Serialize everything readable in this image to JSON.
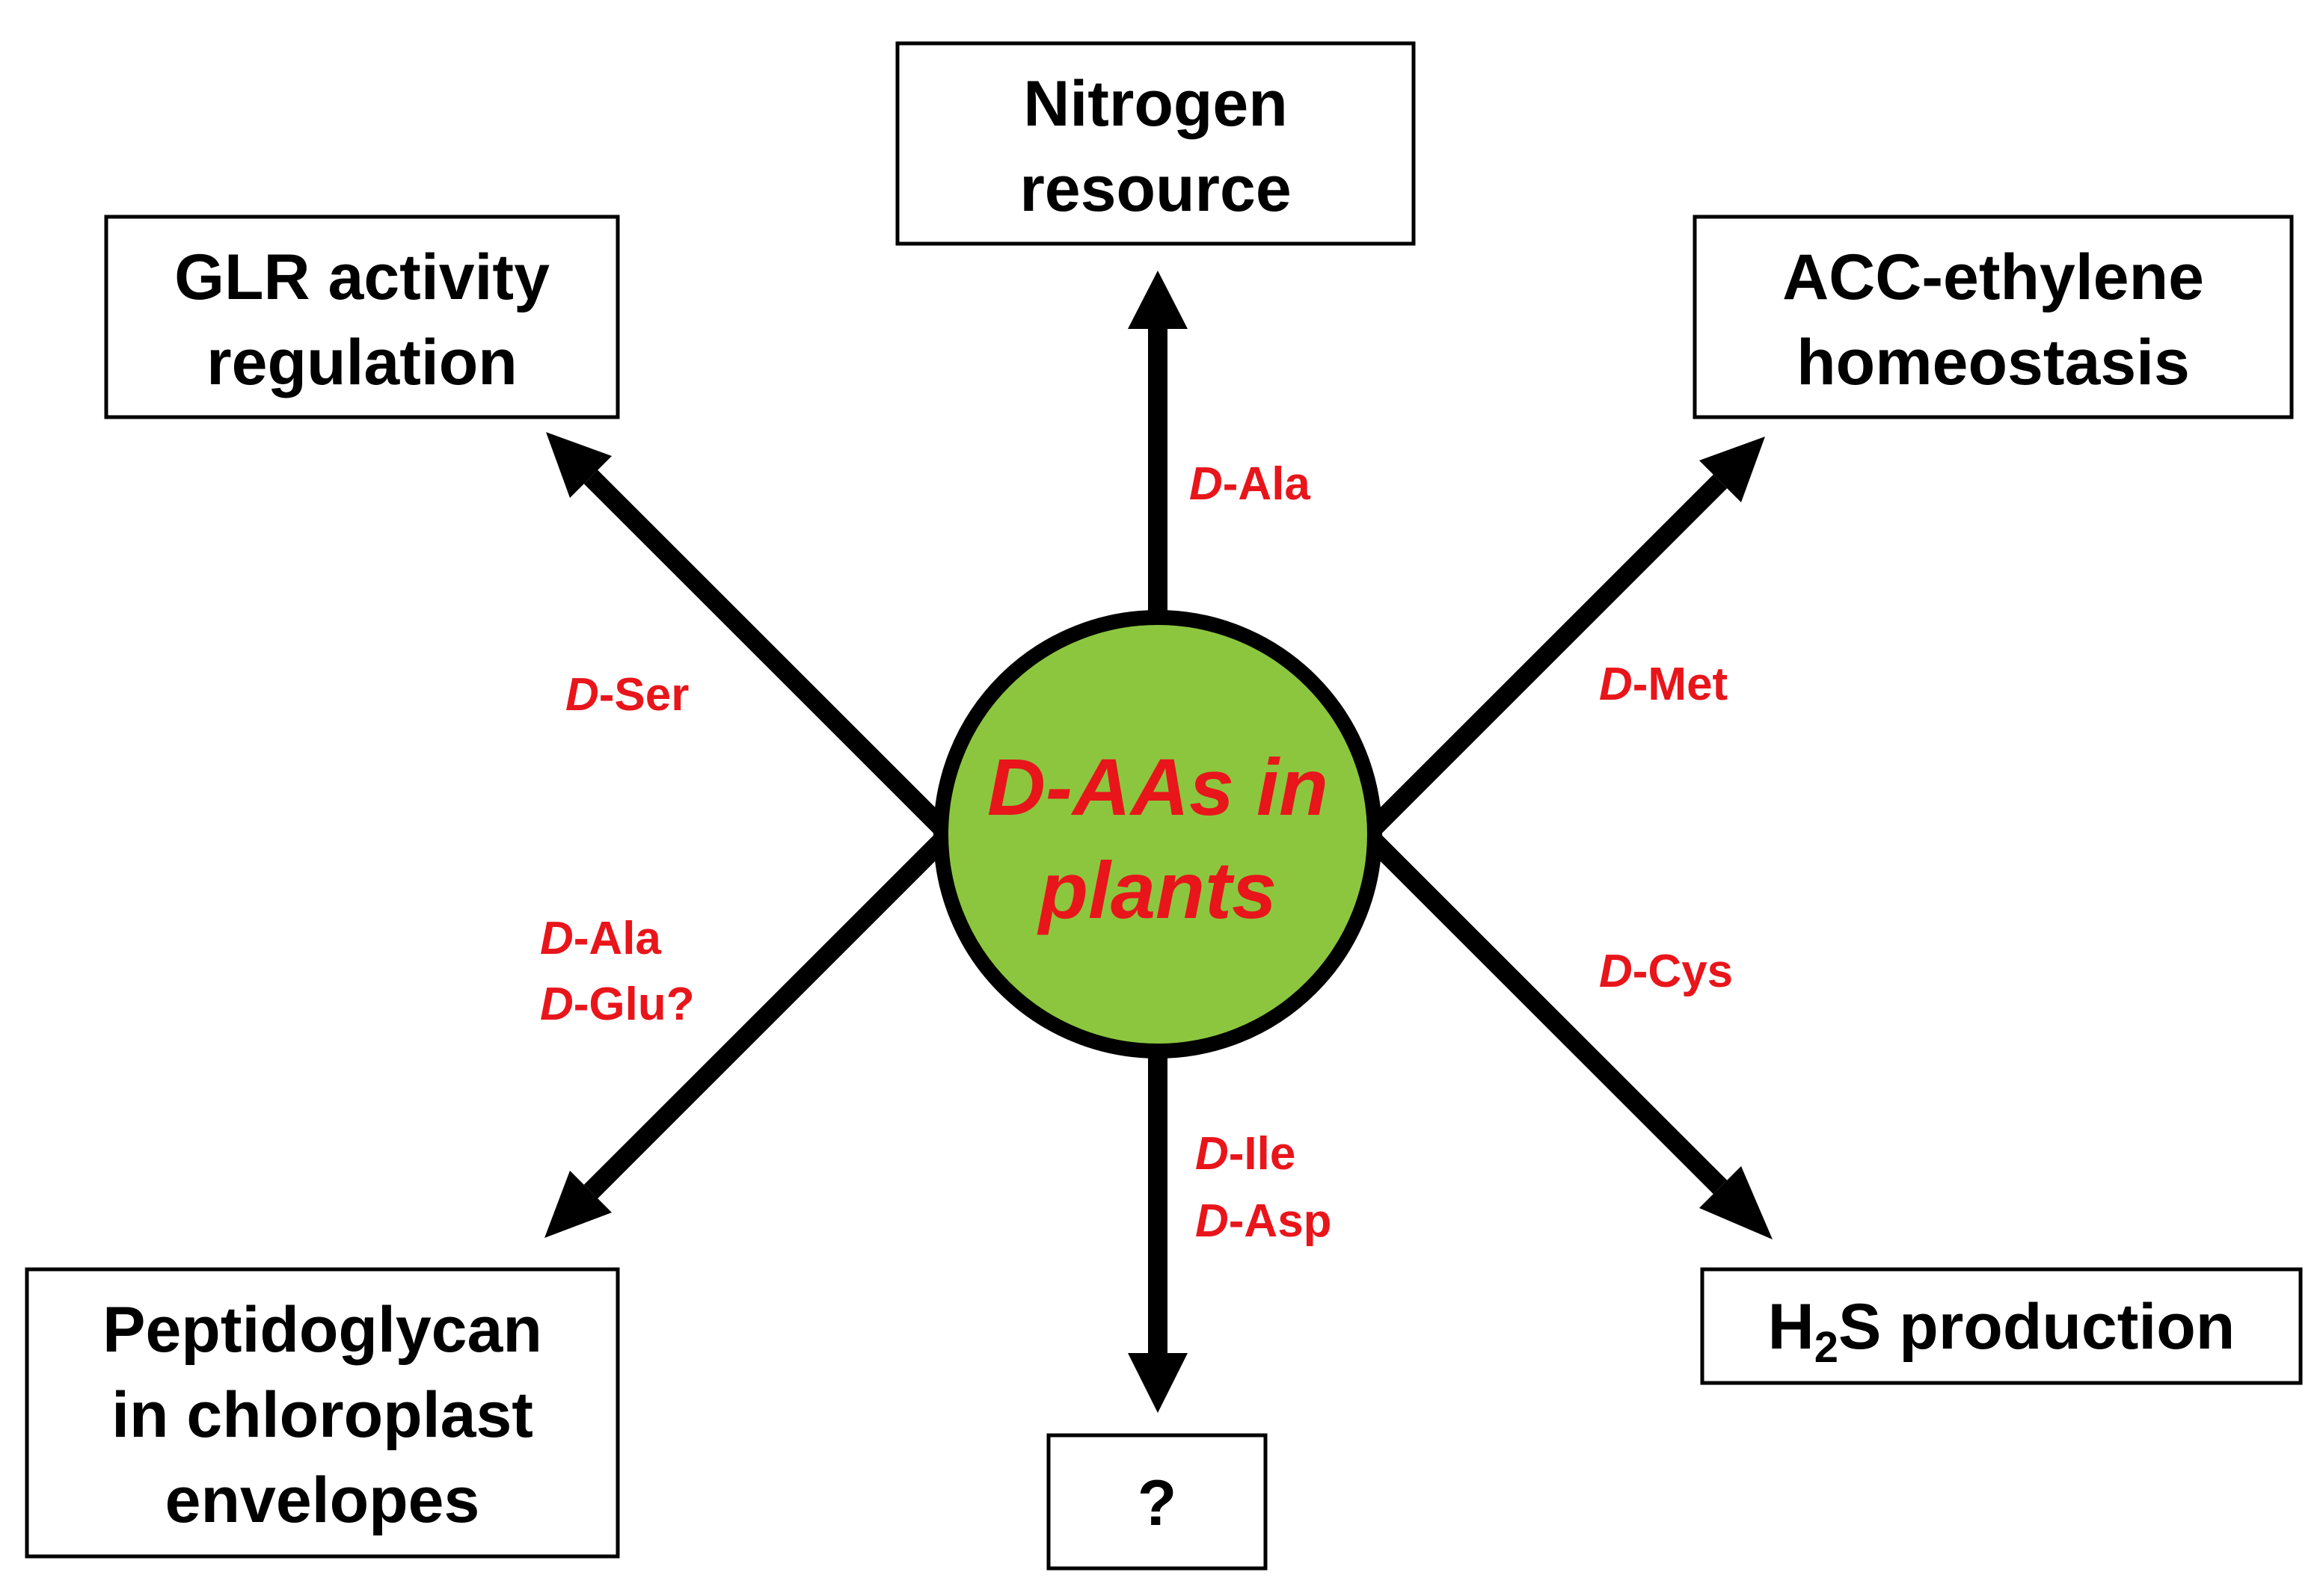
{
  "colors": {
    "accent_red": "#e8151b",
    "circle_fill": "#8cc63f",
    "line": "#000000",
    "background": "#ffffff"
  },
  "center": {
    "line1": "D-AAs in",
    "line2": "plants"
  },
  "boxes": {
    "nitrogen": {
      "line1": "Nitrogen",
      "line2": "resource"
    },
    "glr": {
      "line1": "GLR activity",
      "line2": "regulation"
    },
    "acc": {
      "line1": "ACC-ethylene",
      "line2": "homeostasis"
    },
    "peptidoglycan": {
      "line1": "Peptidoglycan",
      "line2": "in chloroplast",
      "line3": "envelopes"
    },
    "h2s": {
      "prefix": "H",
      "subscript": "2",
      "suffix": "S production"
    },
    "unknown": {
      "line1": "?"
    }
  },
  "labels": {
    "d_prefix": "D",
    "up": {
      "line1": "-Ala"
    },
    "upper_left": {
      "line1": "-Ser"
    },
    "upper_right": {
      "line1": "-Met"
    },
    "lower_left": {
      "line1": "-Ala",
      "line2": "-Glu?"
    },
    "lower_right": {
      "line1": "-Cys"
    },
    "down": {
      "line1": "-Ile",
      "line2": "-Asp"
    }
  }
}
